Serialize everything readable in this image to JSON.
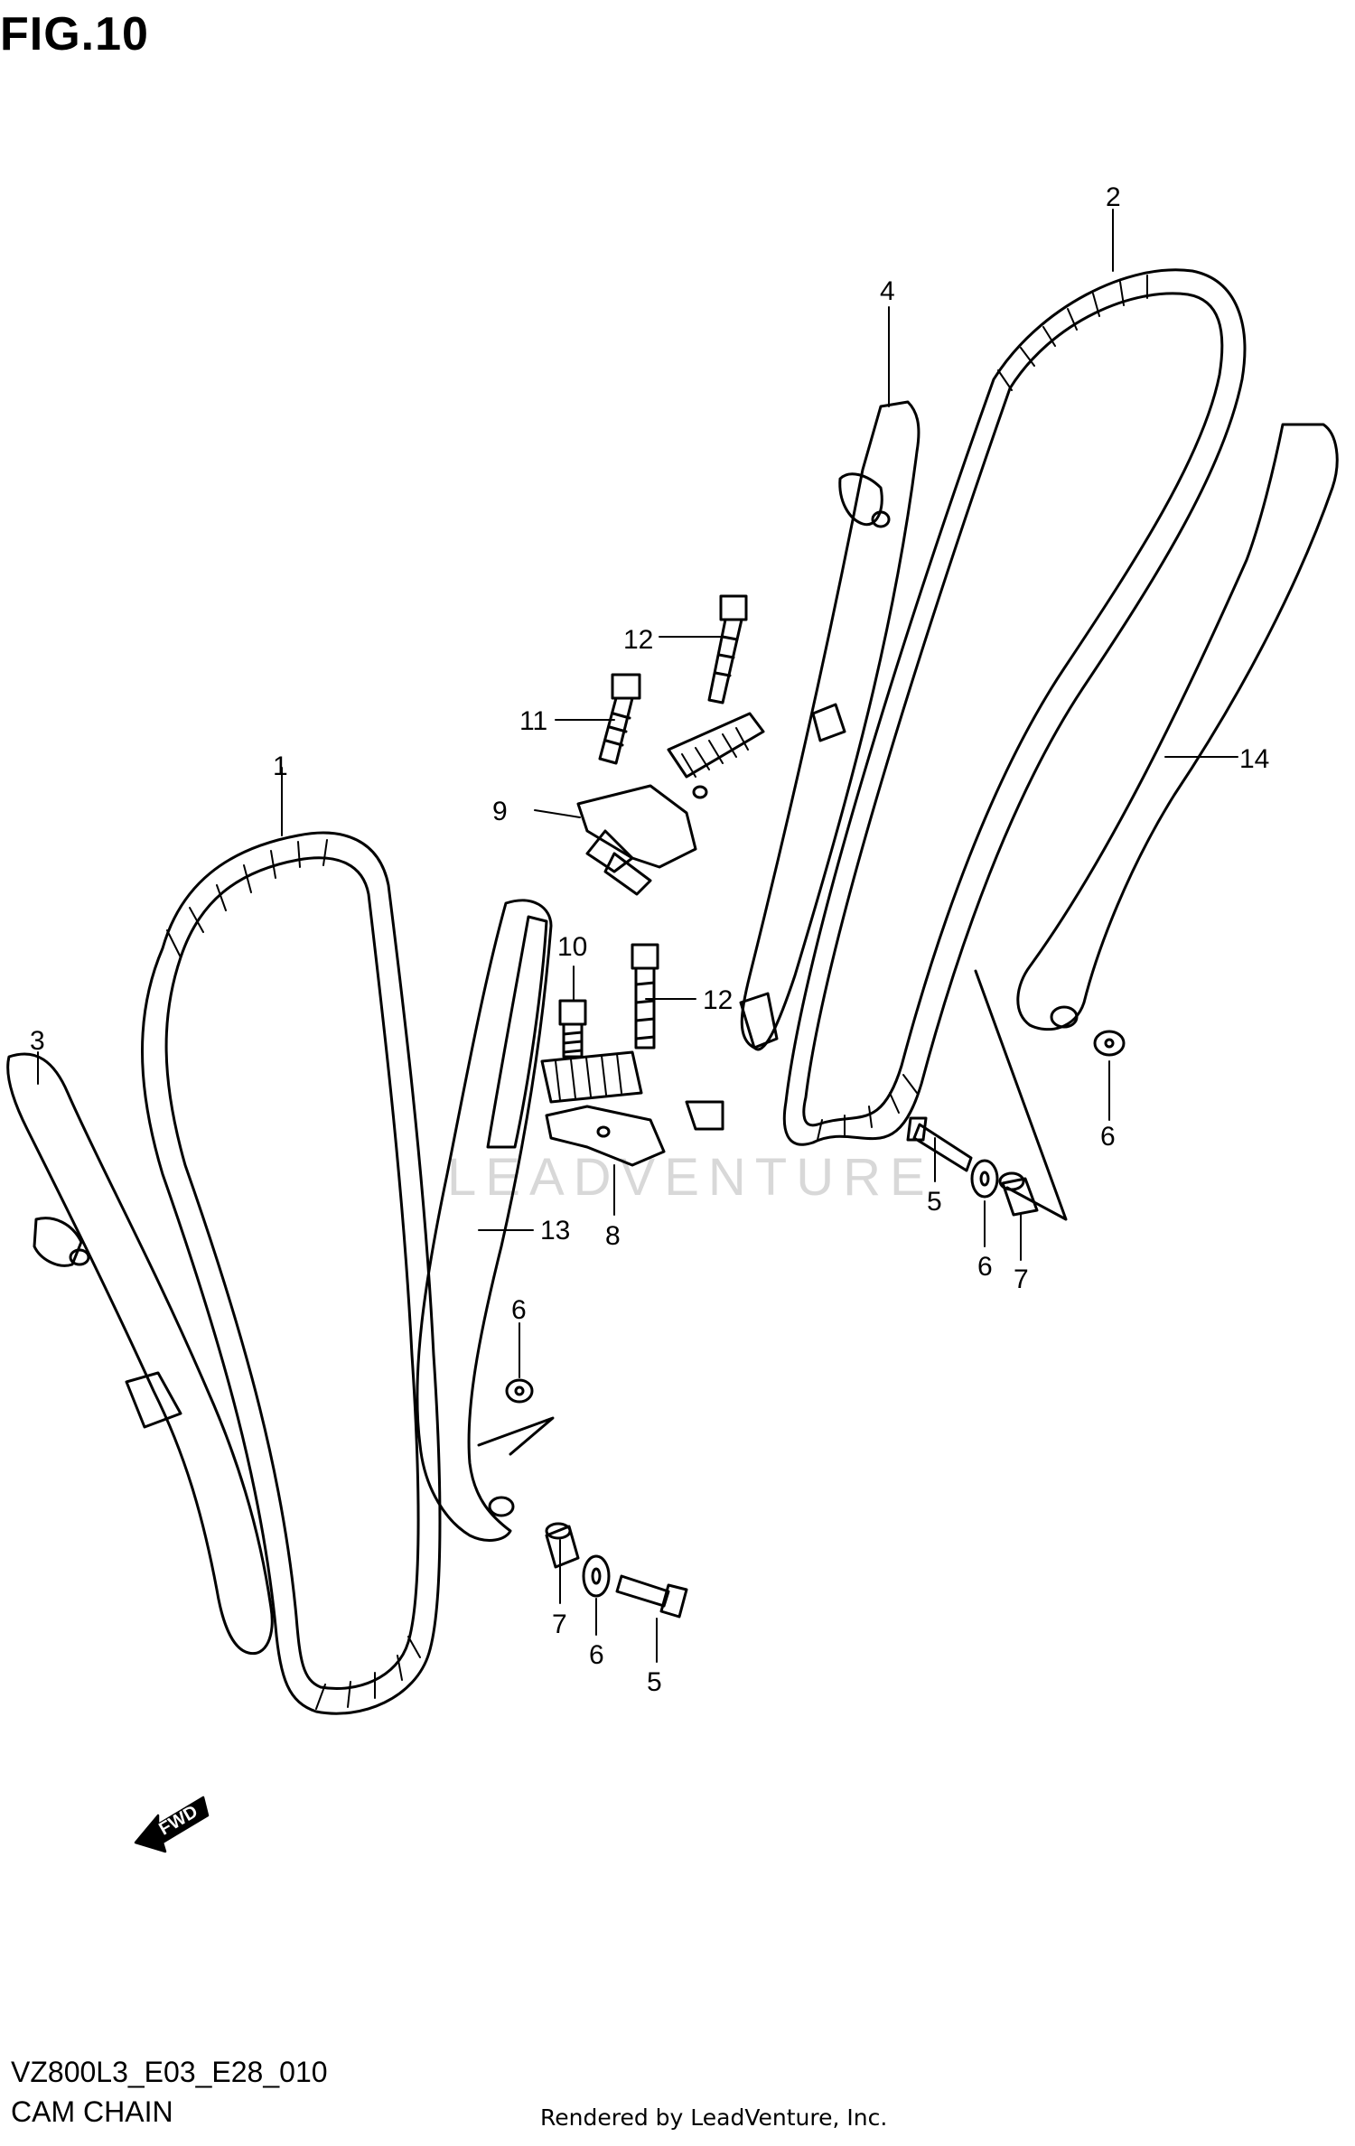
{
  "figure": {
    "title": "FIG.10"
  },
  "watermark": "LEADVENTURE",
  "callouts": {
    "c1": "1",
    "c2": "2",
    "c3": "3",
    "c4": "4",
    "c5a": "5",
    "c5b": "5",
    "c6a": "6",
    "c6b": "6",
    "c6c": "6",
    "c6d": "6",
    "c7a": "7",
    "c7b": "7",
    "c8": "8",
    "c9": "9",
    "c10": "10",
    "c11": "11",
    "c12a": "12",
    "c12b": "12",
    "c13": "13",
    "c14": "14"
  },
  "fwd_label": "FWD",
  "footer": {
    "code": "VZ800L3_E03_E28_010",
    "caption": "CAM CHAIN",
    "rendered_by": "Rendered by LeadVenture, Inc."
  }
}
